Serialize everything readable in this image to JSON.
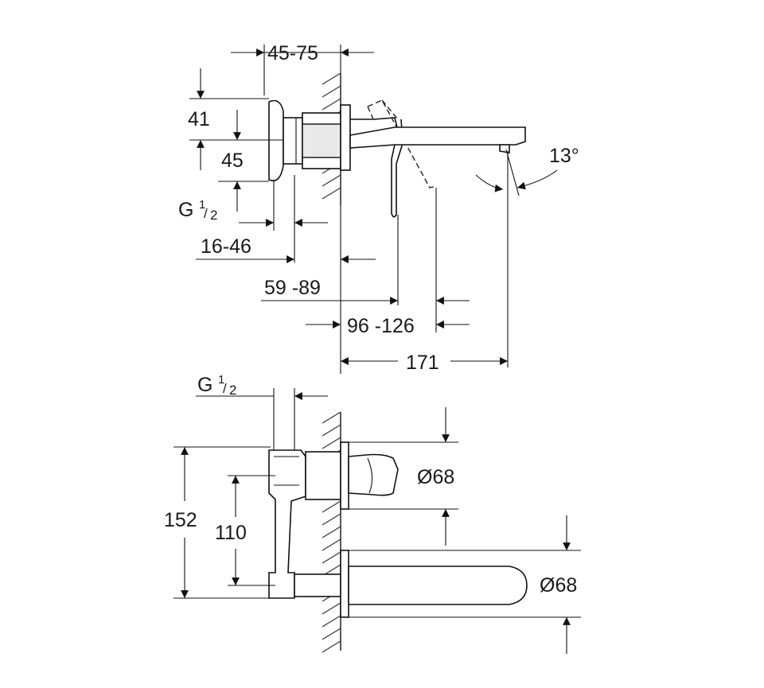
{
  "top_view": {
    "dim_45_75": "45-75",
    "dim_41": "41",
    "dim_45": "45",
    "thread_g": "G",
    "thread_num": "1",
    "thread_den": "2",
    "dim_16_46": "16-46",
    "dim_59_89": "59 -89",
    "dim_96_126": "96 -126",
    "dim_171": "171",
    "angle_13": "13°"
  },
  "front_view": {
    "thread_g": "G",
    "thread_num": "1",
    "thread_den": "2",
    "dim_152": "152",
    "dim_110": "110",
    "diam_68_upper": "Ø68",
    "diam_68_lower": "Ø68"
  }
}
